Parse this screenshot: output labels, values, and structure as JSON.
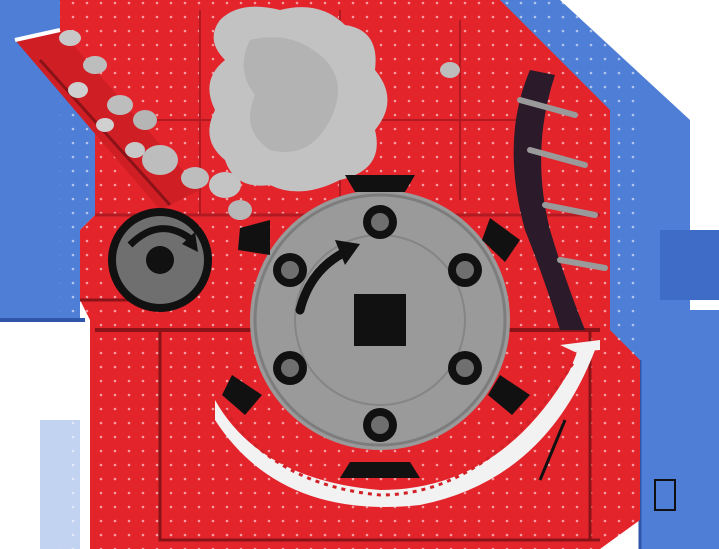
{
  "diagram": {
    "kind": "impact crusher cross-section",
    "labels": [],
    "colors": {
      "housing_red": "#e3242b",
      "housing_dark_red": "#b01a20",
      "frame_blue": "#4f7ed6",
      "frame_dark_blue": "#2f56a8",
      "rotor_gray": "#9a9a9a",
      "rotor_dark": "#6f6f6f",
      "hammer_black": "#111111",
      "rock_gray": "#bdbdbd",
      "rock_dark": "#8a8a8a",
      "grinding_white": "#f2f2f2",
      "liner_dark": "#2a1a2a",
      "background": "#ffffff"
    },
    "parts": [
      {
        "name": "feed-chute",
        "icon": "feed-chute"
      },
      {
        "name": "feed-rocks",
        "icon": "rock-cluster"
      },
      {
        "name": "feed-roller",
        "icon": "roller-wheel"
      },
      {
        "name": "rotor",
        "icon": "rotor-disc"
      },
      {
        "name": "hammers",
        "icon": "blow-bar"
      },
      {
        "name": "impact-liner",
        "icon": "liner-plate"
      },
      {
        "name": "grinding-path",
        "icon": "grinding-plate"
      },
      {
        "name": "rotation-direction",
        "icon": "curved-arrow"
      }
    ]
  }
}
